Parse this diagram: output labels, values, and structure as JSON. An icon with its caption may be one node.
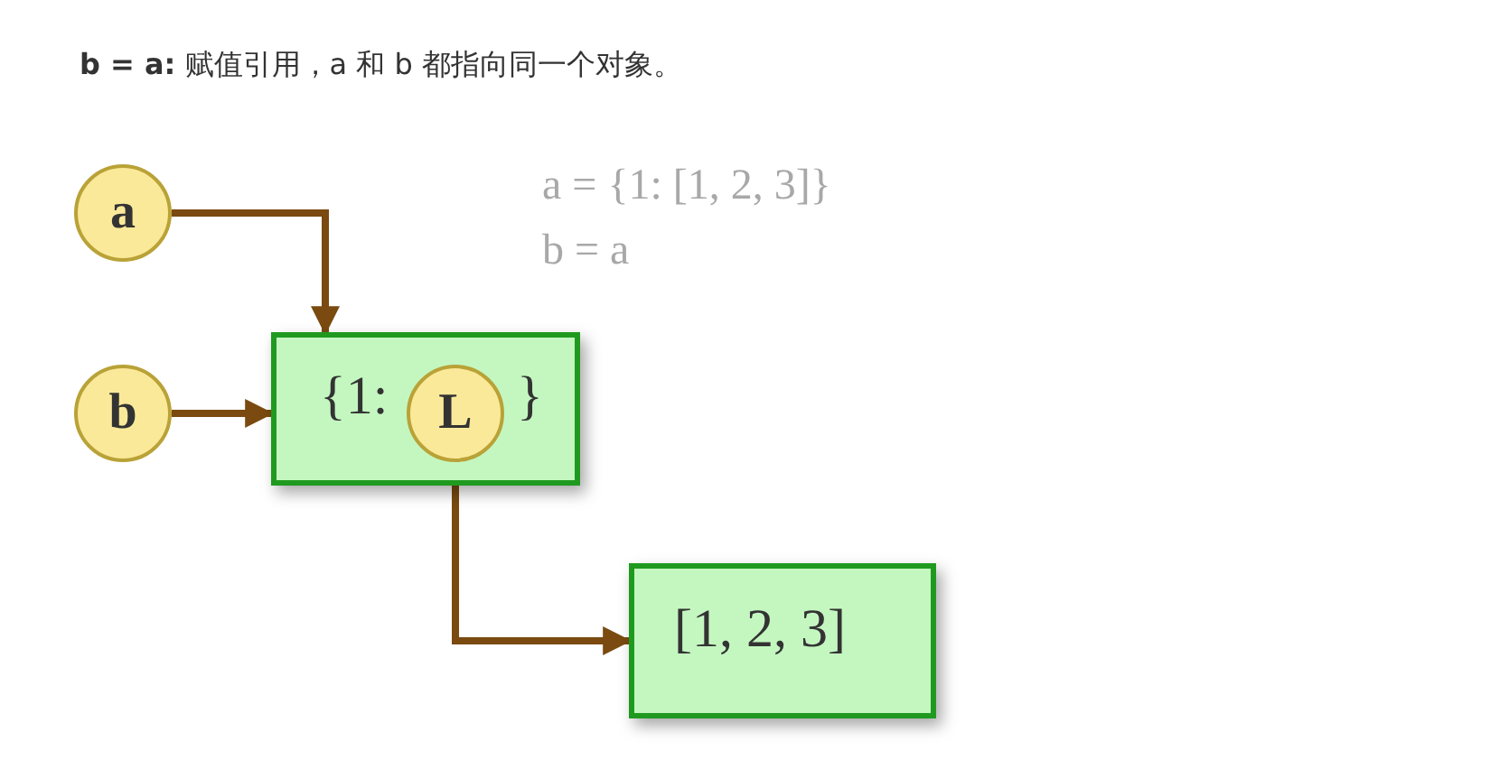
{
  "diagram": {
    "title": "**b = a:** 赋值引用，a 和 b 都指向同一个对象。",
    "nodes": [
      {
        "text": [
          "a"
        ]
      },
      {
        "text": [
          "b"
        ]
      },
      {
        "text": [
          "{1:",
          "}"
        ]
      },
      {
        "text": [
          "L"
        ],
        "in": 2
      },
      {
        "text": [
          "[1, 2, 3]"
        ]
      }
    ],
    "edges": [
      {
        "from": 0,
        "to": 2,
        "arrow": "to"
      },
      {
        "from": 1,
        "to": 2,
        "arrow": "to"
      },
      {
        "from": 3,
        "to": 4,
        "arrow": "to"
      }
    ],
    "labels": [
      "a = {1: [1, 2, 3]}",
      "b = a"
    ]
  }
}
